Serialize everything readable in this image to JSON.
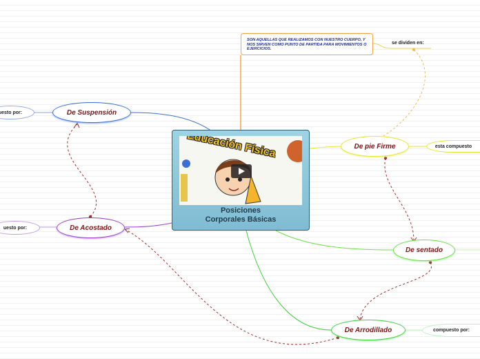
{
  "central": {
    "title": "Posiciones Corporales Básicas",
    "image_title": "Educación Física"
  },
  "note": {
    "text": "SON AQUELLAS QUE REALIZAMOS CON NUESTRO CUERPO, Y NOS SIRVEN COMO PUNTO DE PARTIDA PARA MOVIMIENTOS O EJERCICIOS."
  },
  "labels": {
    "se_dividen": "se dividen en:"
  },
  "nodes": {
    "suspension": "De Suspensión",
    "acostado": "De Acostado",
    "pie_firme": "De pie Firme",
    "sentado": "De sentado",
    "arrodillado": "De Arrodillado"
  },
  "subnodes": {
    "suspension_sub": "uesto por:",
    "acostado_sub": "uesto por:",
    "pie_firme_sub": "esta compuesto",
    "arrodillado_sub": "compuesto por:"
  },
  "colors": {
    "suspension": "#3b6fd8",
    "acostado": "#9b3fd1",
    "pie_firme": "#e6e62e",
    "sentado": "#6de04a",
    "arrodillado": "#3fd13f",
    "note_border": "#f2a447",
    "relation": "#9b2a2a"
  }
}
